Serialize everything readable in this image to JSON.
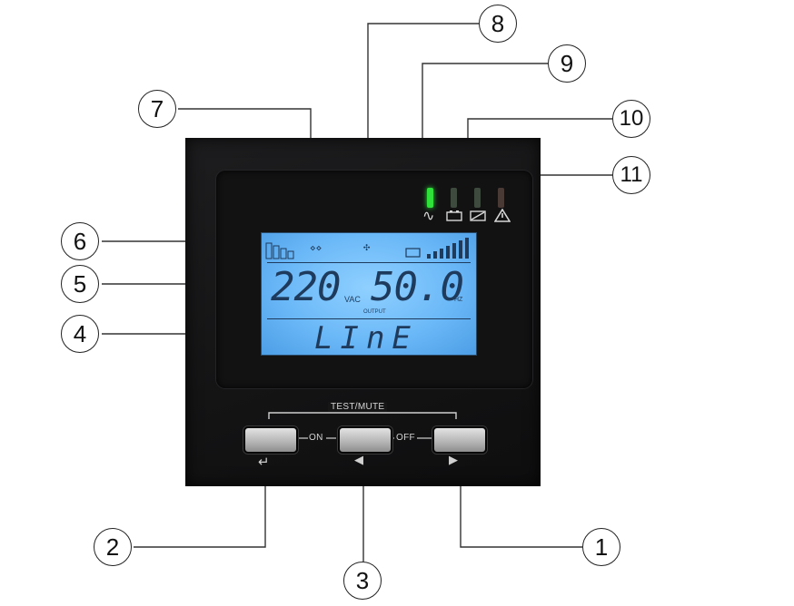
{
  "callouts": [
    "1",
    "2",
    "3",
    "4",
    "5",
    "6",
    "7",
    "8",
    "9",
    "10",
    "11"
  ],
  "lcd": {
    "voltage": "220",
    "voltage_unit": "VAC",
    "frequency": "50.0",
    "frequency_unit": "HZ",
    "output_label": "OUTPUT",
    "mode": "LInE"
  },
  "buttons": {
    "group_label": "TEST/MUTE",
    "on_label": "ON",
    "off_label": "OFF"
  },
  "indicators": [
    {
      "name": "ac-mode",
      "color": "#2fe03a",
      "icon": "sine-wave-icon"
    },
    {
      "name": "battery-mode",
      "color": "#3f4a3f",
      "icon": "battery-icon"
    },
    {
      "name": "bypass-mode",
      "color": "#3f4a3f",
      "icon": "bypass-icon"
    },
    {
      "name": "fault",
      "color": "#4a3a36",
      "icon": "warning-icon"
    }
  ]
}
